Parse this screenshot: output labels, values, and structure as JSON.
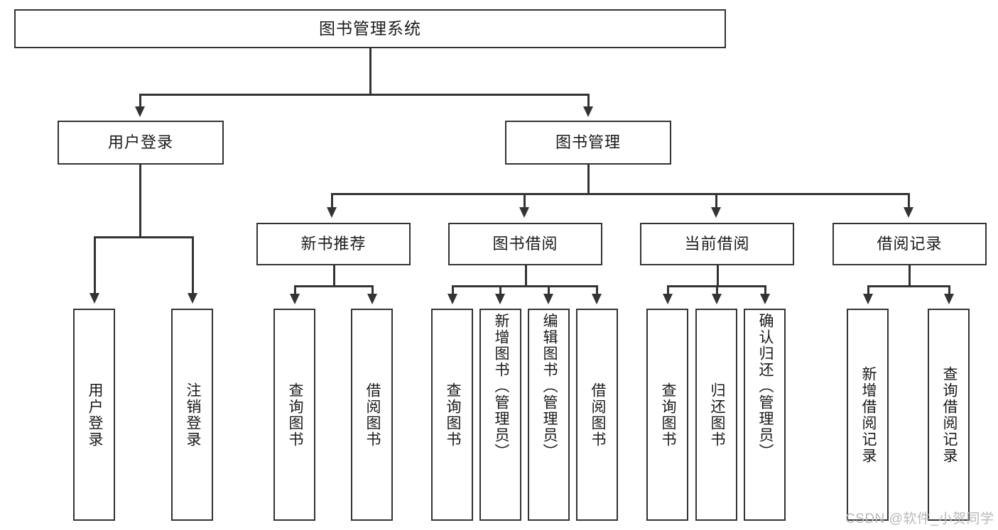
{
  "diagram": {
    "title": "图书管理系统",
    "root": {
      "label": "图书管理系统"
    },
    "level2": [
      {
        "label": "用户登录"
      },
      {
        "label": "图书管理"
      }
    ],
    "level3": [
      {
        "label": "新书推荐"
      },
      {
        "label": "图书借阅"
      },
      {
        "label": "当前借阅"
      },
      {
        "label": "借阅记录"
      }
    ],
    "leaves": {
      "user_login": [
        {
          "label": "用户登录"
        },
        {
          "label": "注销登录"
        }
      ],
      "new_book": [
        {
          "label": "查询图书"
        },
        {
          "label": "借阅图书"
        }
      ],
      "borrow_book": [
        {
          "label": "查询图书"
        },
        {
          "label": "新增图书（管理员）"
        },
        {
          "label": "编辑图书（管理员）"
        },
        {
          "label": "借阅图书"
        }
      ],
      "current_borrow": [
        {
          "label": "查询图书"
        },
        {
          "label": "归还图书"
        },
        {
          "label": "确认归还（管理员）"
        }
      ],
      "borrow_record": [
        {
          "label": "新增借阅记录"
        },
        {
          "label": "查询借阅记录"
        }
      ]
    }
  },
  "watermark": {
    "text": "CSDN @软件_小贺同学"
  },
  "colors": {
    "stroke": "#333333",
    "text": "#1a1a1a",
    "background": "#ffffff",
    "watermark": "#b9b9b9"
  }
}
